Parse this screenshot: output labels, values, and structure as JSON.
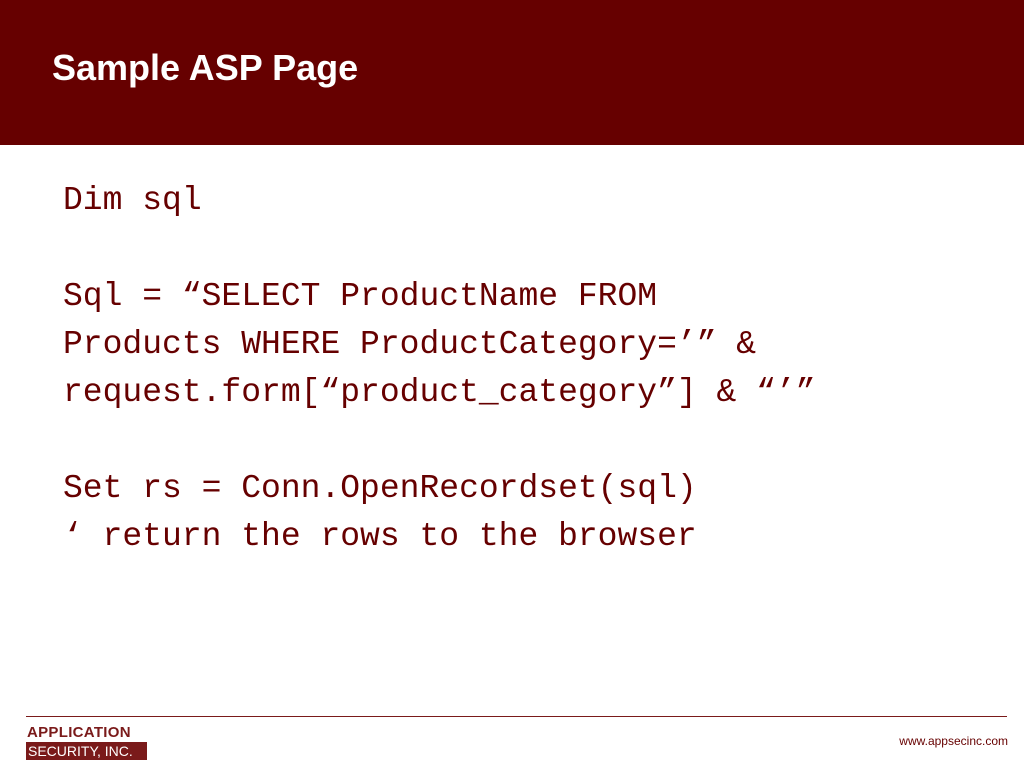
{
  "colors": {
    "header_bg": "#660000",
    "header_text": "#ffffff",
    "code_text": "#660000",
    "footer_rule": "#7a1a1a",
    "logo_text": "#7a1a1a",
    "logo_box_bg": "#7a1a1a",
    "logo_box_text": "#ffffff",
    "url_text": "#660000"
  },
  "slide": {
    "title": "Sample ASP Page",
    "code_lines": [
      "Dim sql",
      "",
      "Sql = “SELECT ProductName FROM",
      "Products WHERE ProductCategory=’” &",
      "request.form[“product_category”] & “’”",
      "",
      "Set rs = Conn.OpenRecordset(sql)",
      "‘ return the rows to the browser"
    ]
  },
  "footer": {
    "logo_line1": "APPLICATION",
    "logo_line2": "SECURITY, INC.",
    "url": "www.appsecinc.com"
  }
}
